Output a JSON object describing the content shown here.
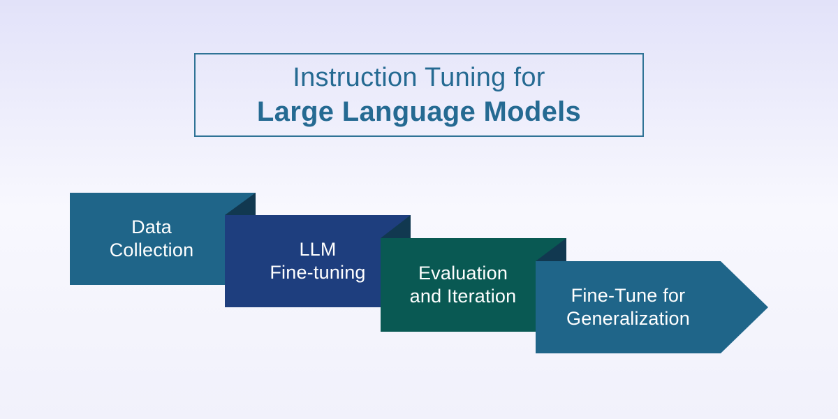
{
  "title": {
    "line1": "Instruction Tuning for",
    "line2": "Large Language Models"
  },
  "steps": [
    {
      "line1": "Data",
      "line2": "Collection",
      "color": "#1f6589"
    },
    {
      "line1": "LLM",
      "line2": "Fine-tuning",
      "color": "#1e3e7e"
    },
    {
      "line1": "Evaluation",
      "line2": "and Iteration",
      "color": "#095953"
    },
    {
      "line1": "Fine-Tune for",
      "line2": "Generalization",
      "color": "#1f6589"
    }
  ],
  "colors": {
    "title-text": "#256a92",
    "title-border": "#2f7396",
    "step-text": "#ffffff",
    "fold": "#113850",
    "bg-top": "#e2e2f9",
    "bg-mid": "#f8f8fe",
    "bg-bottom": "#f1f1fb"
  }
}
